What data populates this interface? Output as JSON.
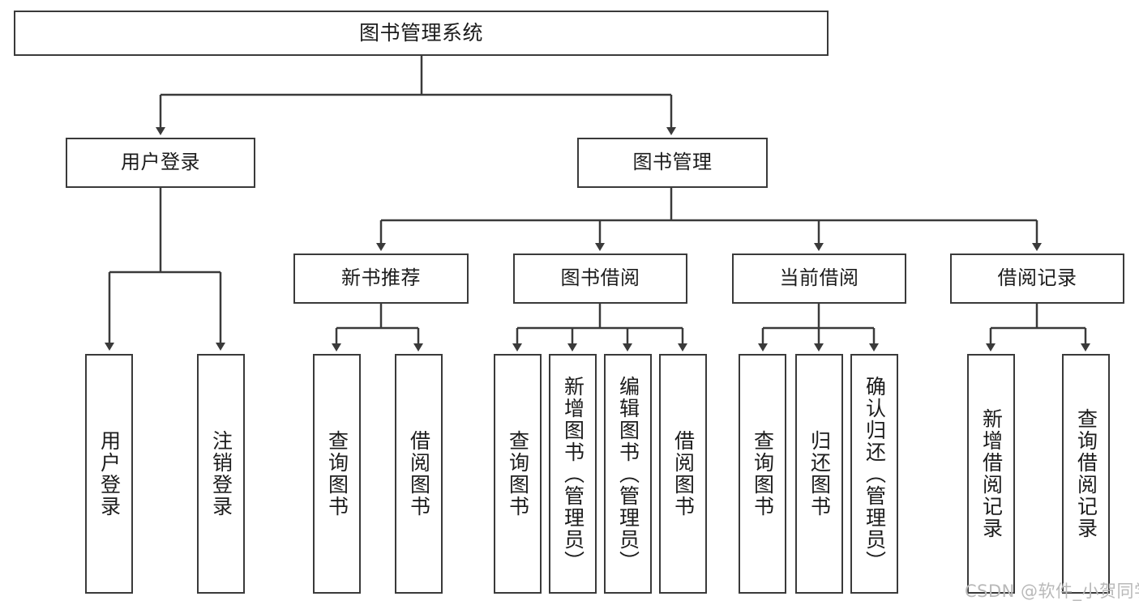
{
  "diagram": {
    "type": "tree",
    "title": "图书管理系统",
    "root": {
      "label": "图书管理系统"
    },
    "level2": [
      {
        "label": "用户登录"
      },
      {
        "label": "图书管理"
      }
    ],
    "level3": [
      {
        "label": "新书推荐"
      },
      {
        "label": "图书借阅"
      },
      {
        "label": "当前借阅"
      },
      {
        "label": "借阅记录"
      }
    ],
    "leaves": {
      "user_login": [
        {
          "label": "用户登录"
        },
        {
          "label": "注销登录"
        }
      ],
      "new_book_recommend": [
        {
          "label": "查询图书"
        },
        {
          "label": "借阅图书"
        }
      ],
      "book_borrow": [
        {
          "label": "查询图书"
        },
        {
          "label": "新增图书（管理员）"
        },
        {
          "label": "编辑图书（管理员）"
        },
        {
          "label": "借阅图书"
        }
      ],
      "current_borrow": [
        {
          "label": "查询图书"
        },
        {
          "label": "归还图书"
        },
        {
          "label": "确认归还（管理员）"
        }
      ],
      "borrow_record": [
        {
          "label": "新增借阅记录"
        },
        {
          "label": "查询借阅记录"
        }
      ]
    }
  },
  "watermark": {
    "text": "CSDN @软件_小贺同学"
  },
  "colors": {
    "stroke": "#3a3a3a",
    "fill": "#ffffff",
    "text": "#1c1c1c",
    "watermark": "#b9b9b9"
  }
}
